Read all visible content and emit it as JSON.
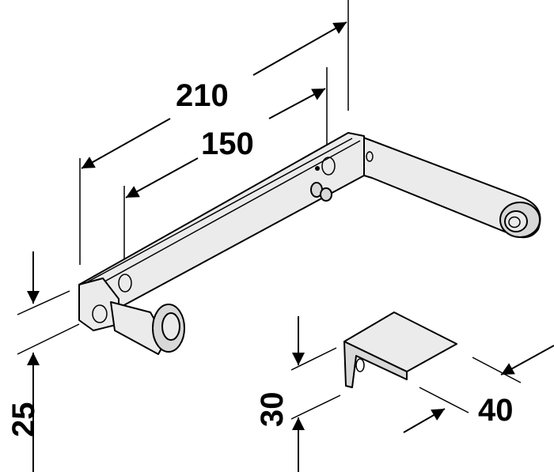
{
  "dimensions": {
    "overall_length": "210",
    "hole_spacing": "150",
    "bracket_height": "25",
    "clip_height": "30",
    "clip_width": "40"
  },
  "colors": {
    "line": "#000000",
    "part_fill": "#ebebeb",
    "background": "#ffffff"
  }
}
